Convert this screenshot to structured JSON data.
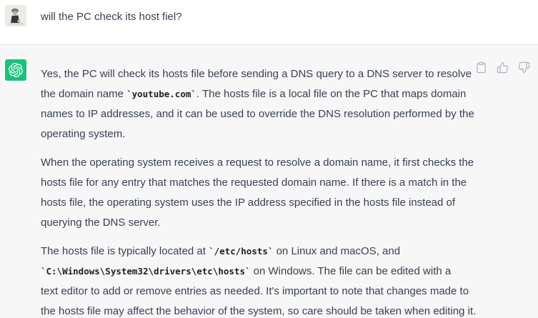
{
  "user": {
    "text": "will the PC check its host fiel?"
  },
  "assistant": {
    "paragraphs": [
      {
        "lines": [
          [
            {
              "t": "Yes, the PC will check its hosts file before sending a DNS query to a DNS server to resolve"
            }
          ],
          [
            {
              "t": "the domain name "
            },
            {
              "t": "`youtube.com`",
              "code": true
            },
            {
              "t": ". The hosts file is a local file on the PC that maps domain"
            }
          ],
          [
            {
              "t": "names to IP addresses, and it can be used to override the DNS resolution performed by the"
            }
          ],
          [
            {
              "t": "operating system."
            }
          ]
        ]
      },
      {
        "lines": [
          [
            {
              "t": "When the operating system receives a request to resolve a domain name, it first checks the"
            }
          ],
          [
            {
              "t": "hosts file for any entry that matches the requested domain name. If there is a match in the"
            }
          ],
          [
            {
              "t": "hosts file, the operating system uses the IP address specified in the hosts file instead of"
            }
          ],
          [
            {
              "t": "querying the DNS server."
            }
          ]
        ]
      },
      {
        "lines": [
          [
            {
              "t": "The hosts file is typically located at "
            },
            {
              "t": "`/etc/hosts`",
              "code": true
            },
            {
              "t": " on Linux and macOS, and"
            }
          ],
          [
            {
              "t": "`C:\\Windows\\System32\\drivers\\etc\\hosts`",
              "code": true
            },
            {
              "t": " on Windows. The file can be edited with a"
            }
          ],
          [
            {
              "t": "text editor to add or remove entries as needed. It's important to note that changes made to"
            }
          ],
          [
            {
              "t": "the hosts file may affect the behavior of the system, so care should be taken when editing it."
            }
          ]
        ]
      }
    ],
    "actions": [
      {
        "icon": "clipboard-icon"
      },
      {
        "icon": "thumbs-up-icon"
      },
      {
        "icon": "thumbs-down-icon"
      }
    ]
  },
  "colors": {
    "assistant_bg": "#f7f7f8",
    "avatar_green": "#19c37d",
    "text": "#374151",
    "icon": "#acacbe",
    "divider": "#e3e3e8"
  }
}
